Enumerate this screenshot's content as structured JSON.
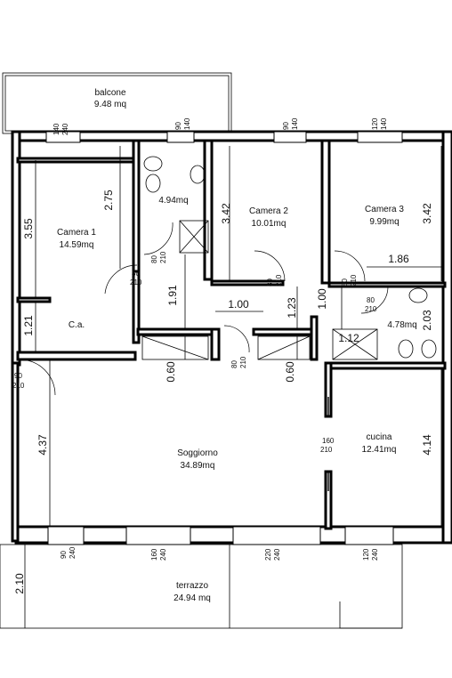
{
  "rooms": {
    "balcone": {
      "name": "balcone",
      "area": "9.48 mq"
    },
    "camera1": {
      "name": "Camera 1",
      "area": "14.59mq"
    },
    "bath1": {
      "area": "4.94mq"
    },
    "camera2": {
      "name": "Camera 2",
      "area": "10.01mq"
    },
    "camera3": {
      "name": "Camera 3",
      "area": "9.99mq"
    },
    "bath2": {
      "area": "4.78mq"
    },
    "ca": {
      "name": "C.a."
    },
    "soggiorno": {
      "name": "Soggiorno",
      "area": "34.89mq"
    },
    "cucina": {
      "name": "cucina",
      "area": "12.41mq"
    },
    "terrazzo": {
      "name": "terrazzo",
      "area": "24.94 mq"
    }
  },
  "dimensions": {
    "d355": "3.55",
    "d275": "2.75",
    "d342a": "3.42",
    "d342b": "3.42",
    "d186": "1.86",
    "d121": "1.21",
    "d191": "1.91",
    "d100a": "1.00",
    "d123": "1.23",
    "d100b": "1.00",
    "d203": "2.03",
    "d112": "1.12",
    "d060a": "0.60",
    "d060b": "0.60",
    "d437": "4.37",
    "d414": "4.14",
    "d210": "2.10"
  },
  "openings": {
    "w_c1_a": "140",
    "w_c1_b": "240",
    "w_bath1_a": "90",
    "w_bath1_b": "140",
    "w_c2_a": "90",
    "w_c2_b": "140",
    "w_c3_a": "120",
    "w_c3_b": "140",
    "d_c1_a": "80",
    "d_c1_b": "210",
    "d_bath1_a": "80",
    "d_bath1_b": "210",
    "d_c2_a": "80",
    "d_c2_b": "210",
    "d_c3_a": "80",
    "d_c3_b": "210",
    "d_bath2_a": "80",
    "d_bath2_b": "210",
    "d_hall_a": "80",
    "d_hall_b": "210",
    "d_entry_a": "90",
    "d_entry_b": "210",
    "d_kitchen_a": "160",
    "d_kitchen_b": "210",
    "w_t1_a": "90",
    "w_t1_b": "240",
    "w_t2_a": "160",
    "w_t2_b": "240",
    "w_t3_a": "220",
    "w_t3_b": "240",
    "w_t4_a": "120",
    "w_t4_b": "240"
  }
}
